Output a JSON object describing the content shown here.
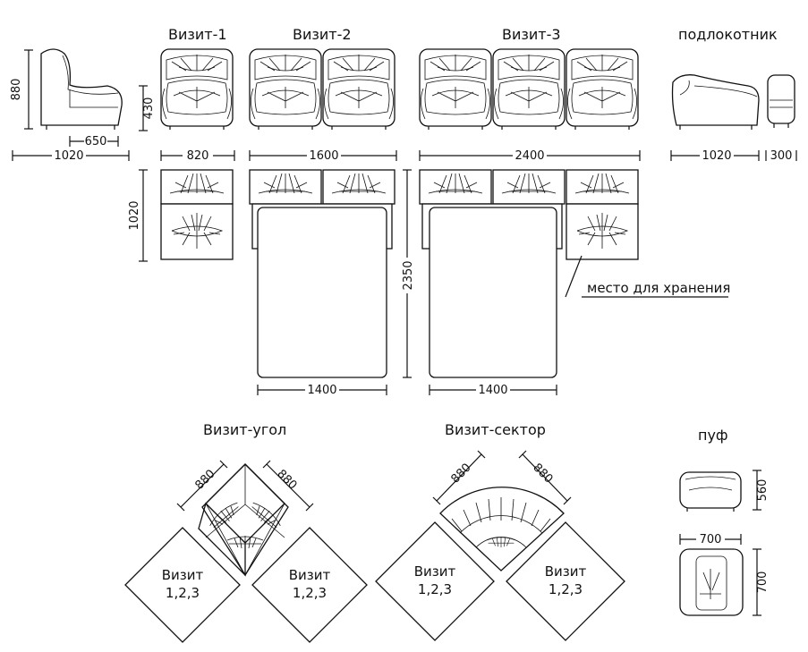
{
  "models": {
    "vizit1": "Визит-1",
    "vizit2": "Визит-2",
    "vizit3": "Визит-3",
    "armrest": "подлокотник",
    "corner": "Визит-угол",
    "sector": "Визит-сектор",
    "pouf": "пуф"
  },
  "dimensions": {
    "side_height": "880",
    "side_depth_seat": "650",
    "side_depth_total": "1020",
    "seat_height": "430",
    "vizit1_width": "820",
    "vizit2_width": "1600",
    "vizit3_width": "2400",
    "armrest_width": "1020",
    "armrest_depth": "300",
    "plan_depth": "1020",
    "bed_length": "2350",
    "bed_width_2": "1400",
    "bed_width_3": "1400",
    "corner_side_left": "880",
    "corner_side_right": "880",
    "sector_side_left": "880",
    "sector_side_right": "880",
    "pouf_height": "560",
    "pouf_width": "700",
    "pouf_depth": "700"
  },
  "annotations": {
    "storage": "место для хранения",
    "module_line1": "Визит",
    "module_line2": "1,2,3"
  }
}
